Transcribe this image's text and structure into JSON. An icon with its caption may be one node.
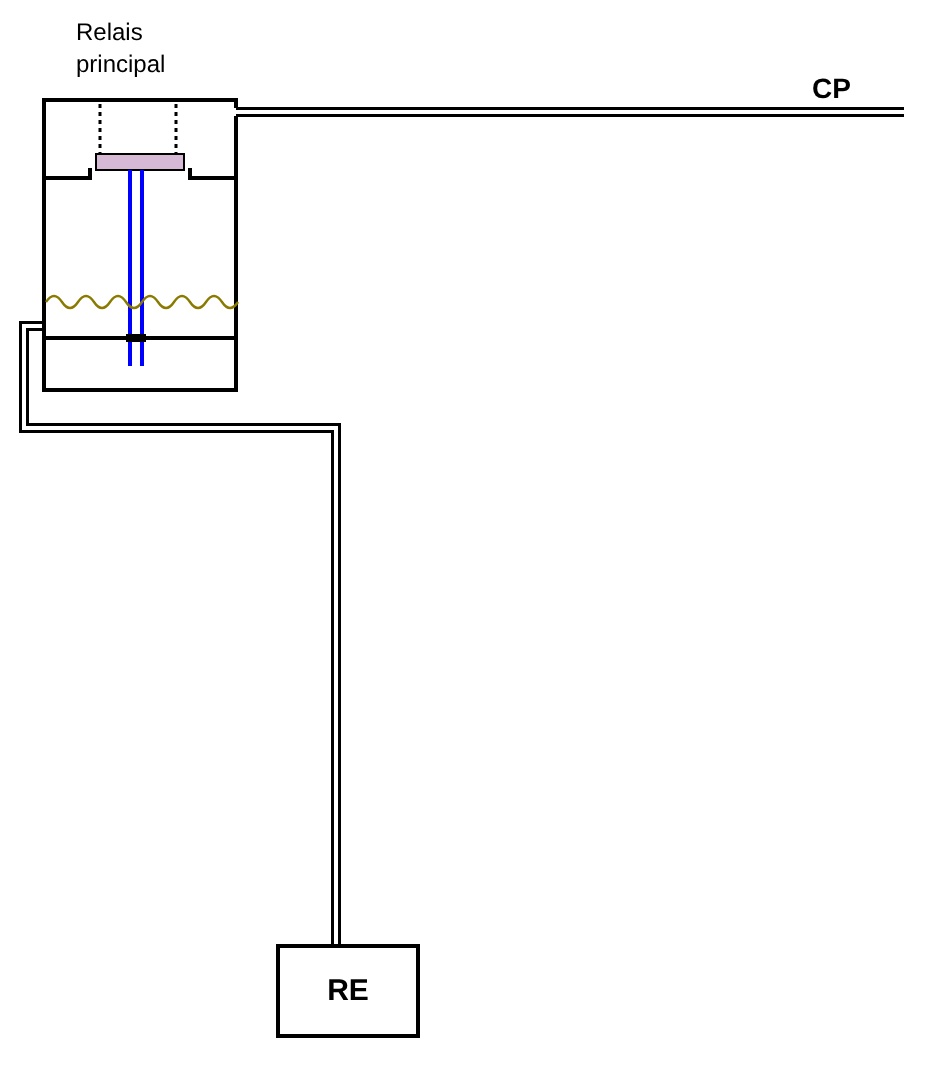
{
  "diagram": {
    "nodes": [
      {
        "text": [
          "Relais principal"
        ]
      },
      {
        "text": [
          "CP"
        ]
      },
      {
        "text": [
          "RE"
        ]
      }
    ],
    "edges": [
      {
        "from": 0,
        "to": 1,
        "arrow": "none"
      },
      {
        "from": 0,
        "to": 2,
        "arrow": "none"
      }
    ]
  }
}
